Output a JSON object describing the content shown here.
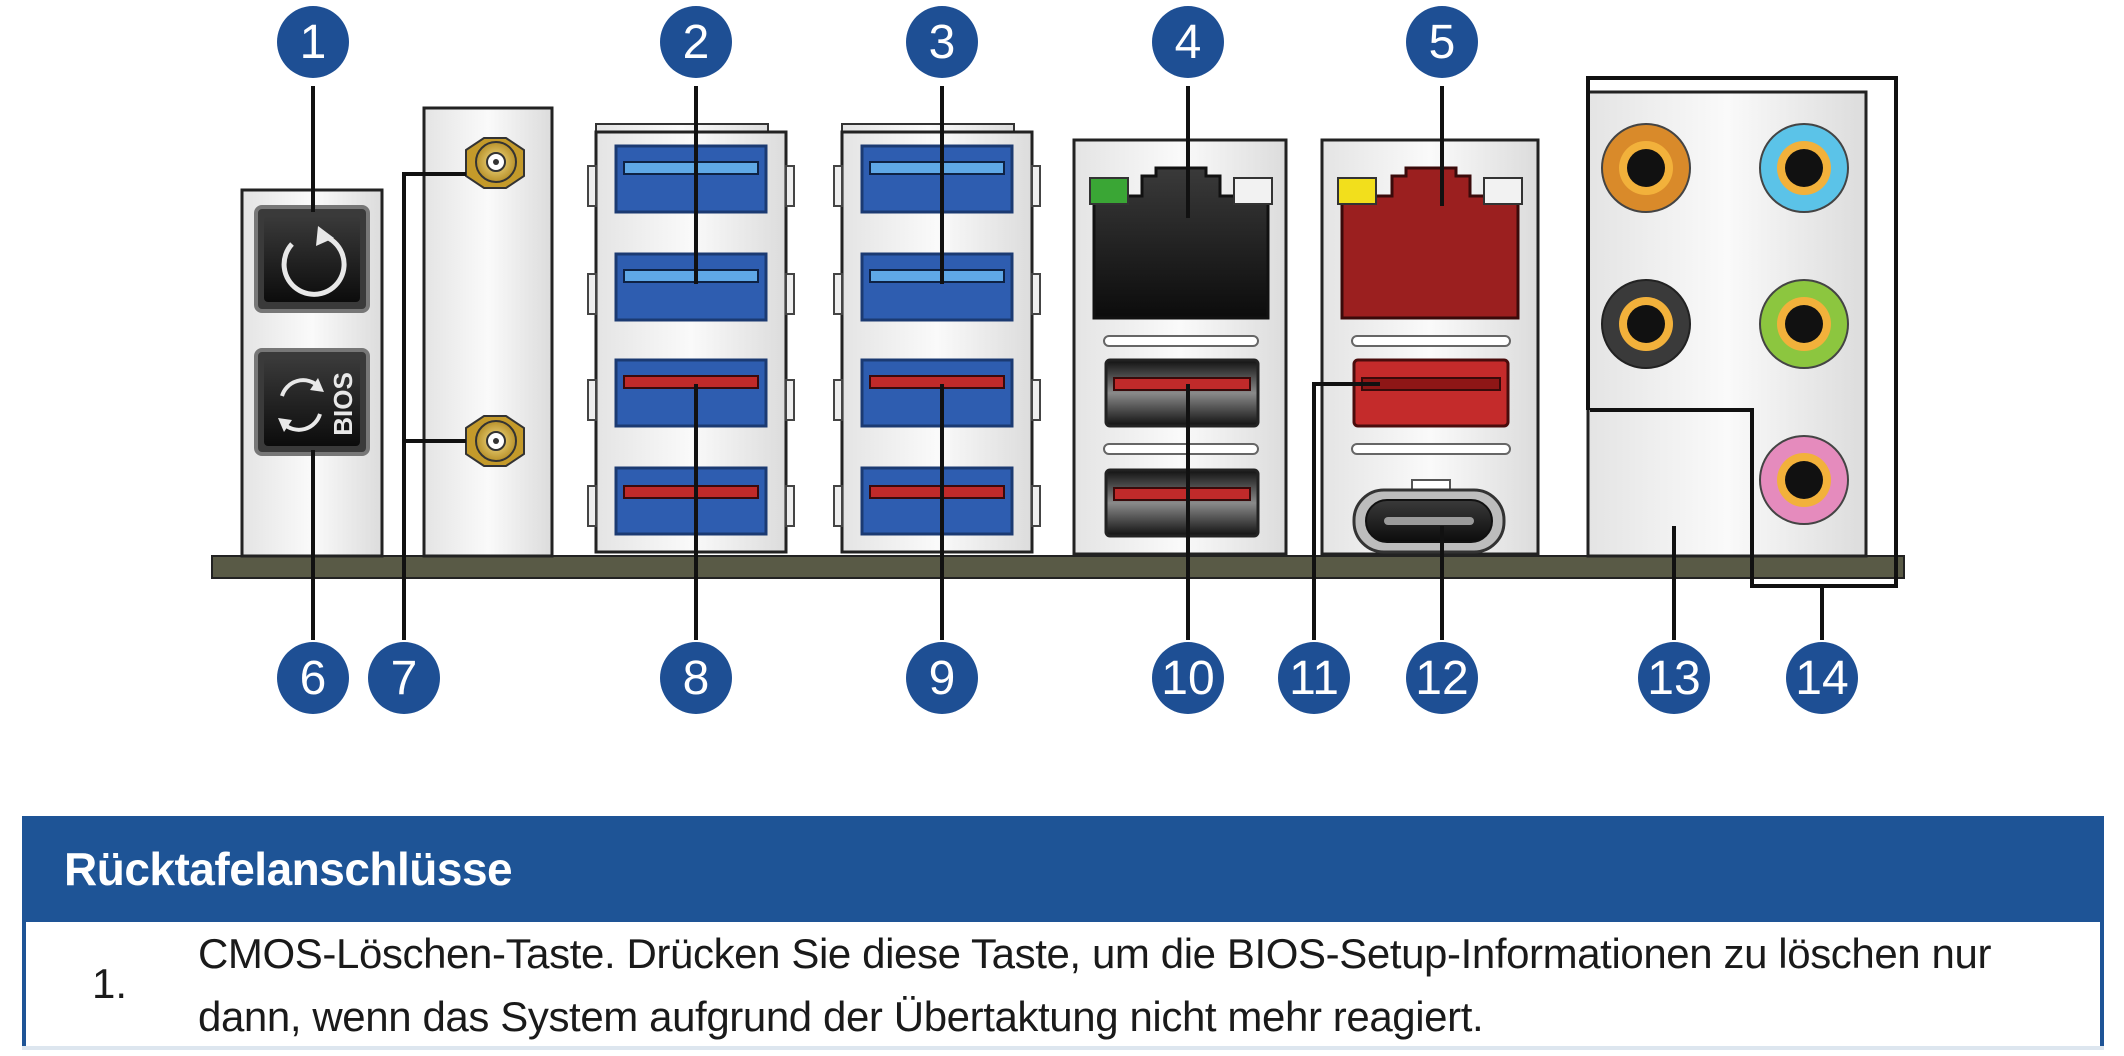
{
  "callouts": [
    "1",
    "2",
    "3",
    "4",
    "5",
    "6",
    "7",
    "8",
    "9",
    "10",
    "11",
    "12",
    "13",
    "14"
  ],
  "connector_labels": {
    "bios_button_text": "BIOS"
  },
  "table": {
    "title": "Rücktafelanschlüsse",
    "rows": [
      {
        "number": "1.",
        "text": "CMOS-Löschen-Taste. Drücken Sie diese Taste, um die BIOS-Setup-Informationen zu löschen nur\ndann, wenn das System aufgrund der Übertaktung nicht mehr reagiert."
      }
    ]
  },
  "colors": {
    "callout_blue": "#1e4f94",
    "usb3_blue": "#2e5db0",
    "usb_red": "#c02a2a",
    "lan_red": "#9b1f1f",
    "audio_orange": "#d98a2a",
    "audio_blue": "#5bc3e8",
    "audio_green": "#8cc63f",
    "audio_pink": "#e58bbd",
    "board": "#595a46",
    "header_blue": "#1e5496"
  }
}
